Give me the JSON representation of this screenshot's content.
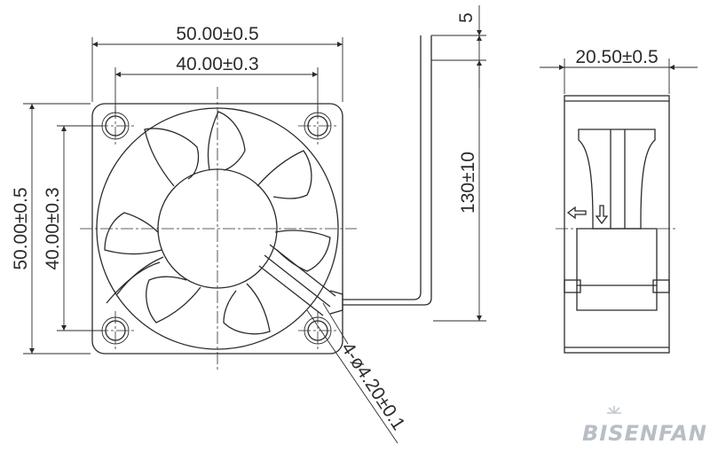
{
  "dimensions": {
    "outer_width": "50.00±0.5",
    "inner_width": "40.00±0.3",
    "outer_height": "50.00±0.5",
    "inner_height": "40.00±0.3",
    "lead_offset": "5",
    "lead_length": "130±10",
    "depth": "20.50±0.5",
    "holes": "4-ø4.20±0.1"
  },
  "brand": {
    "logo_text": "BISENFAN"
  }
}
